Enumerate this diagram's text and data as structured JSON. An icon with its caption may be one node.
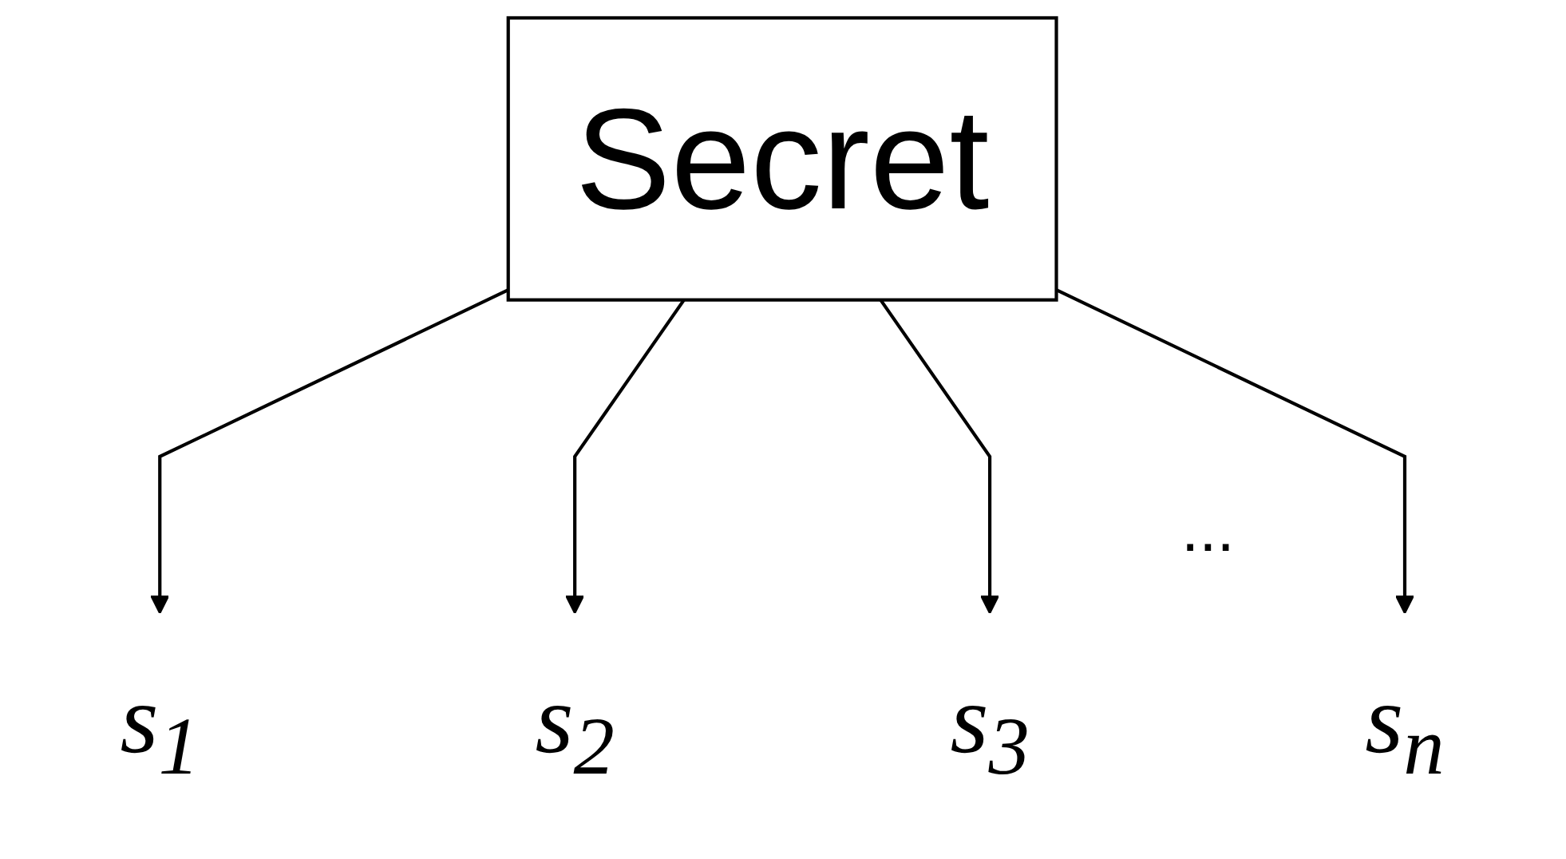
{
  "diagram": {
    "nodes": [
      {
        "text": [
          "Secret"
        ]
      },
      {
        "text": [
          "s$_{1}$"
        ]
      },
      {
        "text": [
          "s$_{2}$"
        ]
      },
      {
        "text": [
          "s$_{3}$"
        ]
      },
      {
        "text": [
          "s$_{n}$"
        ]
      }
    ],
    "edges": [
      {
        "from": 0,
        "to": 1,
        "arrow": "to"
      },
      {
        "from": 0,
        "to": 2,
        "arrow": "to"
      },
      {
        "from": 0,
        "to": 3,
        "arrow": "to"
      },
      {
        "from": 0,
        "to": 4,
        "arrow": "to"
      }
    ],
    "labels": [
      "..."
    ]
  }
}
